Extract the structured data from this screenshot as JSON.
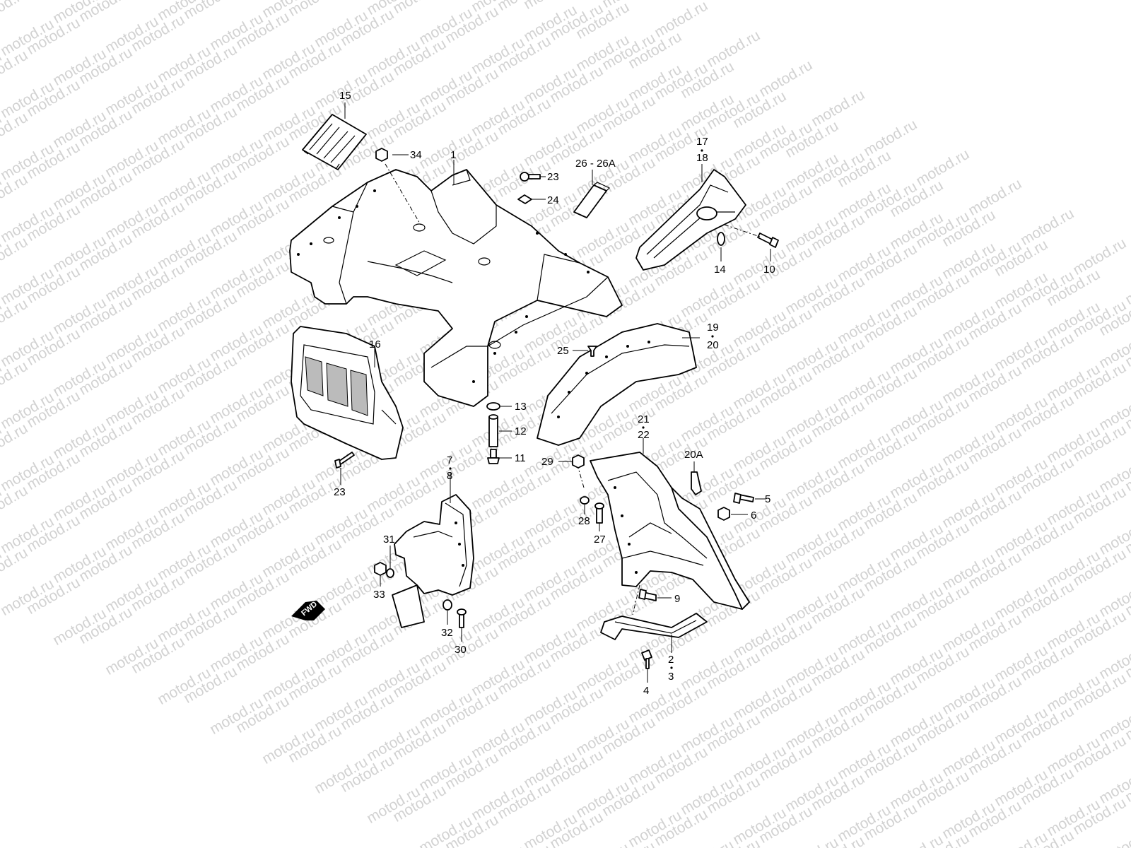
{
  "watermark": "motod.ru",
  "fwd_label": "FWD",
  "callouts": [
    "15",
    "34",
    "1",
    "23",
    "24",
    "26",
    "26A",
    "17",
    "18",
    "14",
    "10",
    "16",
    "25",
    "19",
    "20",
    "13",
    "12",
    "11",
    "23",
    "21",
    "22",
    "29",
    "20A",
    "7",
    "8",
    "5",
    "6",
    "28",
    "27",
    "31",
    "33",
    "9",
    "32",
    "30",
    "2",
    "3",
    "4"
  ],
  "labels": {
    "p15": "15",
    "p34": "34",
    "p1": "1",
    "p23a": "23",
    "p24": "24",
    "p26": "26 - 26A",
    "p17": "17",
    "p18": "18",
    "p14": "14",
    "p10": "10",
    "p16": "16",
    "p25": "25",
    "p19": "19",
    "p20": "20",
    "p13": "13",
    "p12": "12",
    "p11": "11",
    "p23b": "23",
    "p21": "21",
    "p22": "22",
    "p29": "29",
    "p20a": "20A",
    "p7": "7",
    "p8": "8",
    "p5": "5",
    "p6": "6",
    "p28": "28",
    "p27": "27",
    "p31": "31",
    "p33": "33",
    "p9": "9",
    "p32": "32",
    "p30": "30",
    "p2": "2",
    "p3": "3",
    "p4": "4"
  }
}
